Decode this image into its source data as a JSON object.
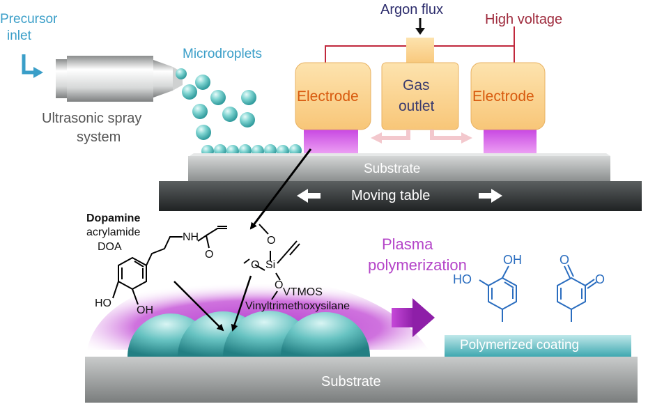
{
  "labels": {
    "precursor_inlet": [
      "Precursor",
      "inlet"
    ],
    "ultrasonic_spray_system": [
      "Ultrasonic spray",
      "system"
    ],
    "microdroplets": "Microdroplets",
    "argon_flux": "Argon flux",
    "high_voltage": "High voltage",
    "electrode_left": "Electrode",
    "electrode_right": "Electrode",
    "gas_outlet": [
      "Gas",
      "outlet"
    ],
    "substrate_top": "Substrate",
    "moving_table": "Moving table",
    "substrate_bottom": "Substrate",
    "dopamine_acrylamide": [
      "Dopamine",
      "acrylamide",
      "DOA"
    ],
    "nh": "NH",
    "o_acryl": "O",
    "ho_doa": "HO",
    "oh_doa": "OH",
    "o_si_top": "O",
    "o_si_left": "O",
    "o_si_bottom": "O",
    "si": "Si",
    "vtmos": [
      "VTMOS",
      "Vinyltrimethoxysilane"
    ],
    "plasma_polymerization": [
      "Plasma",
      "polymerization"
    ],
    "ho_catechol": "HO",
    "oh_catechol": "OH",
    "o_quinone_1": "O",
    "o_quinone_2": "O",
    "polymerized_coating": "Polymerized coating"
  },
  "colors": {
    "precursor_blue": "#3a9ec8",
    "argon_navy": "#2c2c6c",
    "high_voltage_red": "#9e2a3c",
    "electrode_fill": "#fbd28a",
    "electrode_text": "#d85a0e",
    "gas_text": "#3c3c6e",
    "plasma_magenta": "#c84fd8",
    "droplet_teal": "#5cc4c2",
    "substrate_gray": "#a8aaaa",
    "table_dark": "#3a3d3e",
    "polymer_blue": "#2a6dbf",
    "plasma_label": "#b444c8",
    "coating_teal": "#8ed3d6"
  },
  "icons": [
    "arrow-down-icon",
    "arrow-left-icon",
    "arrow-right-icon",
    "big-arrow-right-icon",
    "inlet-arrow-icon"
  ]
}
